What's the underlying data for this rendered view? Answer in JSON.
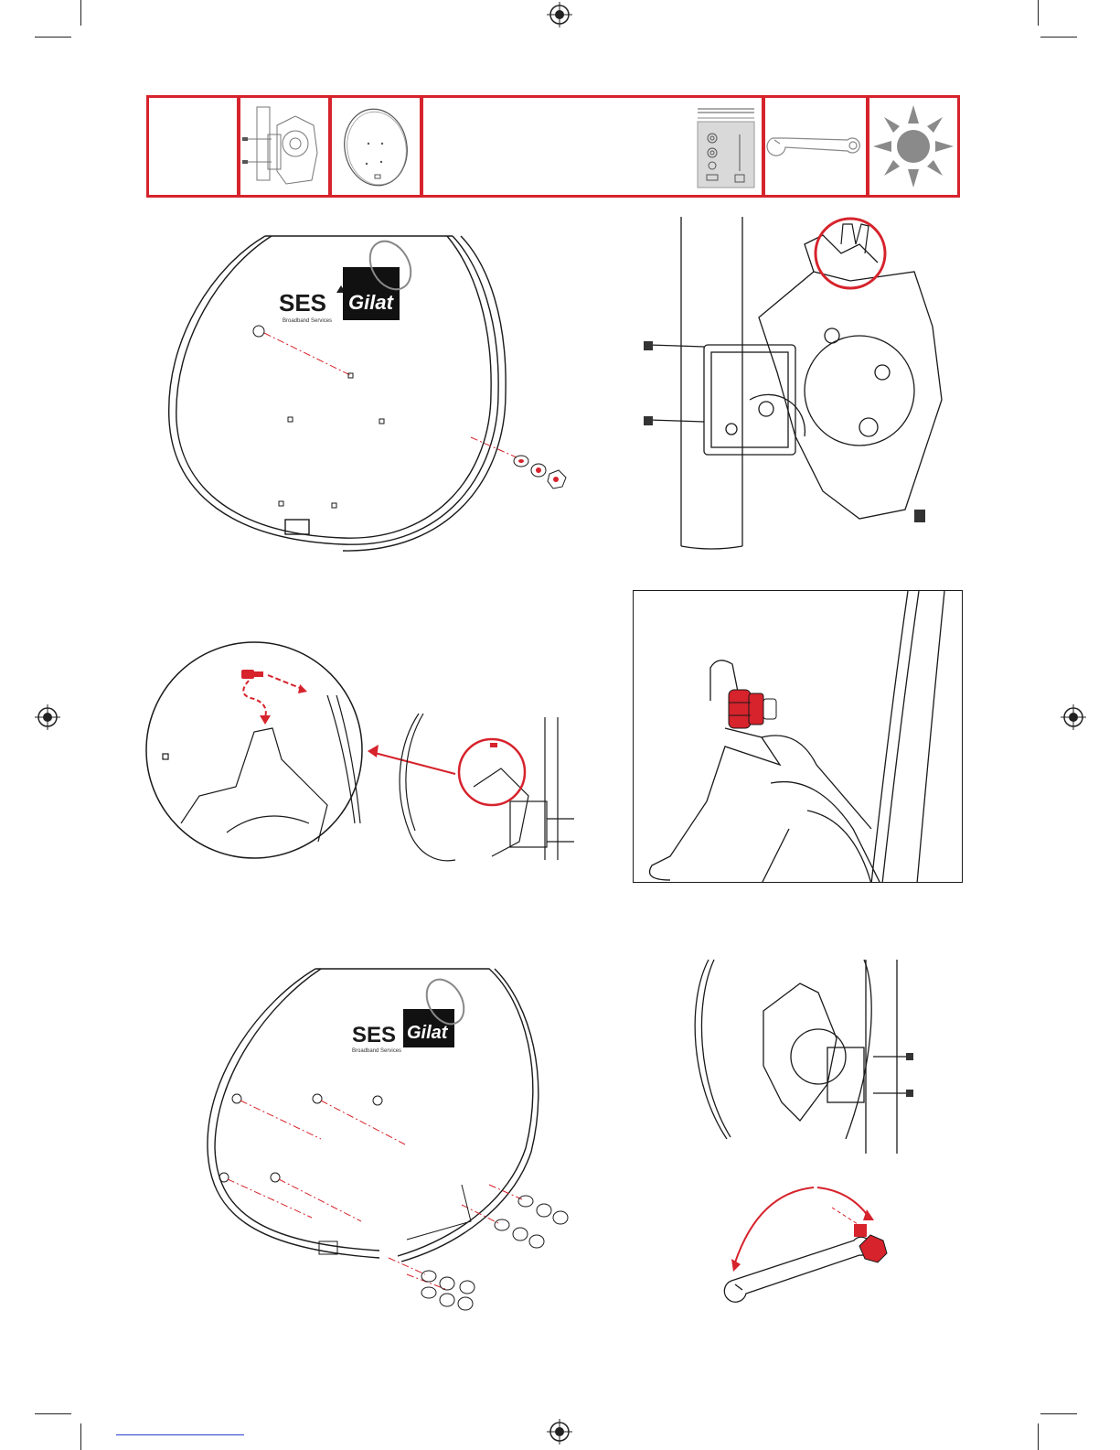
{
  "logo": {
    "brand": "SES",
    "subbrand": "Broadband Services",
    "partner": "Gilat"
  },
  "colors": {
    "accent": "#d6232c",
    "line": "#1a1a1a",
    "sun": "#8a8a8a"
  },
  "icons": {
    "header": [
      "mount-bracket-icon",
      "dish-reflector-icon",
      "hardware-kit-icon",
      "wrench-icon",
      "sun-icon"
    ],
    "steps": [
      "dish-bolts-illustration",
      "pole-bracket-illustration",
      "insert-bolt-illustration",
      "nut-closeup-illustration",
      "dish-assembly-illustration",
      "tighten-wrench-illustration"
    ]
  }
}
